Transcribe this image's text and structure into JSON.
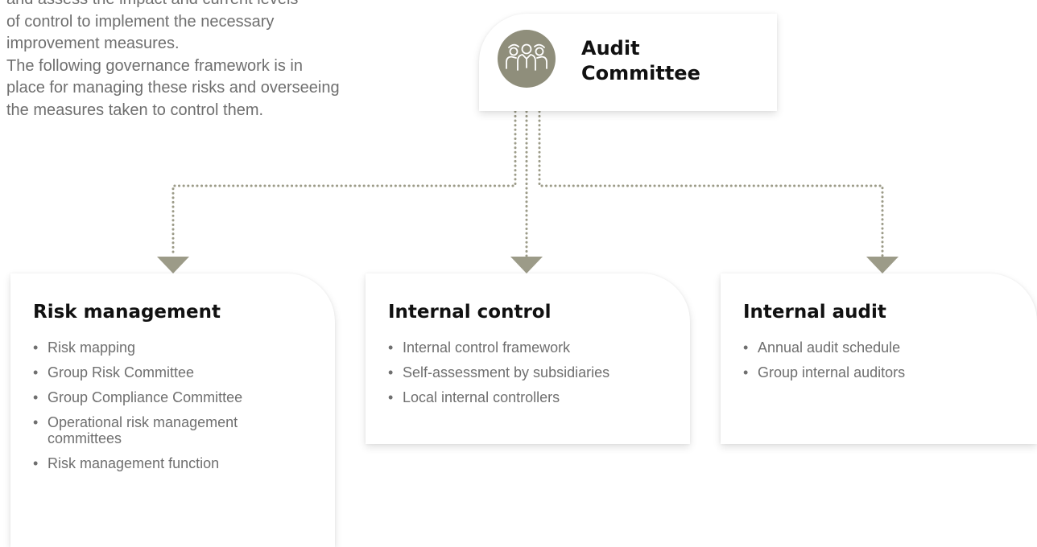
{
  "intro": {
    "lines": [
      "and assess the impact and current levels",
      "of control to implement the necessary",
      "improvement measures.",
      "The following governance framework is in",
      "place for managing these risks and overseeing",
      "the measures taken to control them."
    ]
  },
  "committee": {
    "title": "Audit Committee",
    "icon": "people-group-icon",
    "icon_color": "#8f8e7b"
  },
  "connector_color": "#9c9b88",
  "cards": [
    {
      "title": "Risk management",
      "items": [
        "Risk mapping",
        "Group Risk Committee",
        "Group Compliance Committee",
        "Operational risk management committees",
        "Risk management function"
      ]
    },
    {
      "title": "Internal control",
      "items": [
        "Internal control framework",
        "Self-assessment by subsidiaries",
        "Local internal controllers"
      ]
    },
    {
      "title": "Internal audit",
      "items": [
        "Annual audit schedule",
        "Group internal auditors"
      ]
    }
  ]
}
